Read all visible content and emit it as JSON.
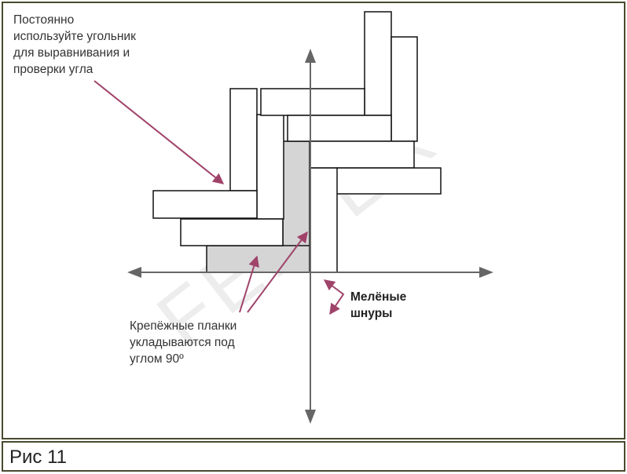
{
  "callouts": {
    "square": [
      "Постоянно",
      "используйте угольник",
      "для выравнивания и",
      "проверки угла"
    ],
    "planks": [
      "Крепёжные планки",
      "укладываются под",
      "углом 90º"
    ],
    "cords": [
      "Мелёные",
      "шнуры"
    ]
  },
  "watermark": "FELTEX",
  "caption": "Рис 11",
  "colors": {
    "frame": "#4a4a2e",
    "outline": "#111111",
    "fixing_plank_fill": "#d5d5d5",
    "axis": "#666666",
    "arrow": "#a0436a",
    "watermark": "#bbbbbb"
  }
}
